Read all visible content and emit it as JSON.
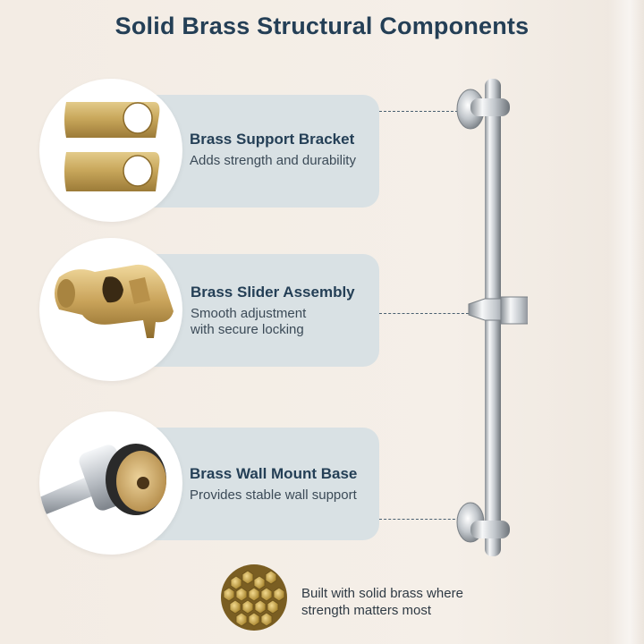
{
  "title": "Solid Brass Structural Components",
  "components": [
    {
      "title": "Brass Support Bracket",
      "desc_line1": "Adds strength and durability",
      "desc_line2": ""
    },
    {
      "title": "Brass Slider Assembly",
      "desc_line1": "Smooth adjustment",
      "desc_line2": "with secure locking"
    },
    {
      "title": "Brass Wall Mount Base",
      "desc_line1": "Provides stable wall support",
      "desc_line2": ""
    }
  ],
  "footer": {
    "line1": "Built with solid brass where",
    "line2": "strength matters most"
  },
  "colors": {
    "title": "#243f56",
    "card_bg": "#d9e1e4",
    "brass": "#c9a85c",
    "chrome": "#c8ccd0"
  },
  "icons": [
    "brass-bracket-icon",
    "brass-slider-icon",
    "brass-wall-mount-icon",
    "brass-rods-icon",
    "shower-rail-image"
  ]
}
